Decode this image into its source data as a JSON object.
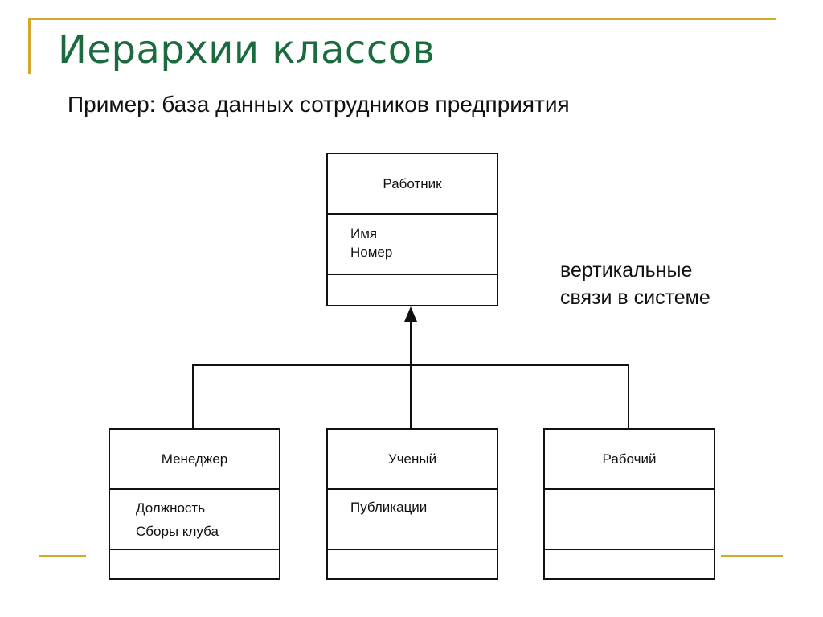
{
  "slide": {
    "title": "Иерархии классов",
    "subtitle": "Пример: база данных сотрудников предприятия",
    "annotation": [
      "вертикальные",
      "связи в системе"
    ],
    "accent_color": "#d4a82a",
    "title_color": "#1b6b3f"
  },
  "diagram": {
    "type": "uml-class-hierarchy",
    "parent": {
      "name": "Работник",
      "attributes": [
        "Имя",
        "Номер"
      ],
      "operations": []
    },
    "children": [
      {
        "name": "Менеджер",
        "attributes": [
          "Должность",
          "Сборы клуба"
        ],
        "operations": []
      },
      {
        "name": "Ученый",
        "attributes": [
          "Публикации"
        ],
        "operations": []
      },
      {
        "name": "Рабочий",
        "attributes": [],
        "operations": []
      }
    ],
    "relation": "inheritance"
  }
}
